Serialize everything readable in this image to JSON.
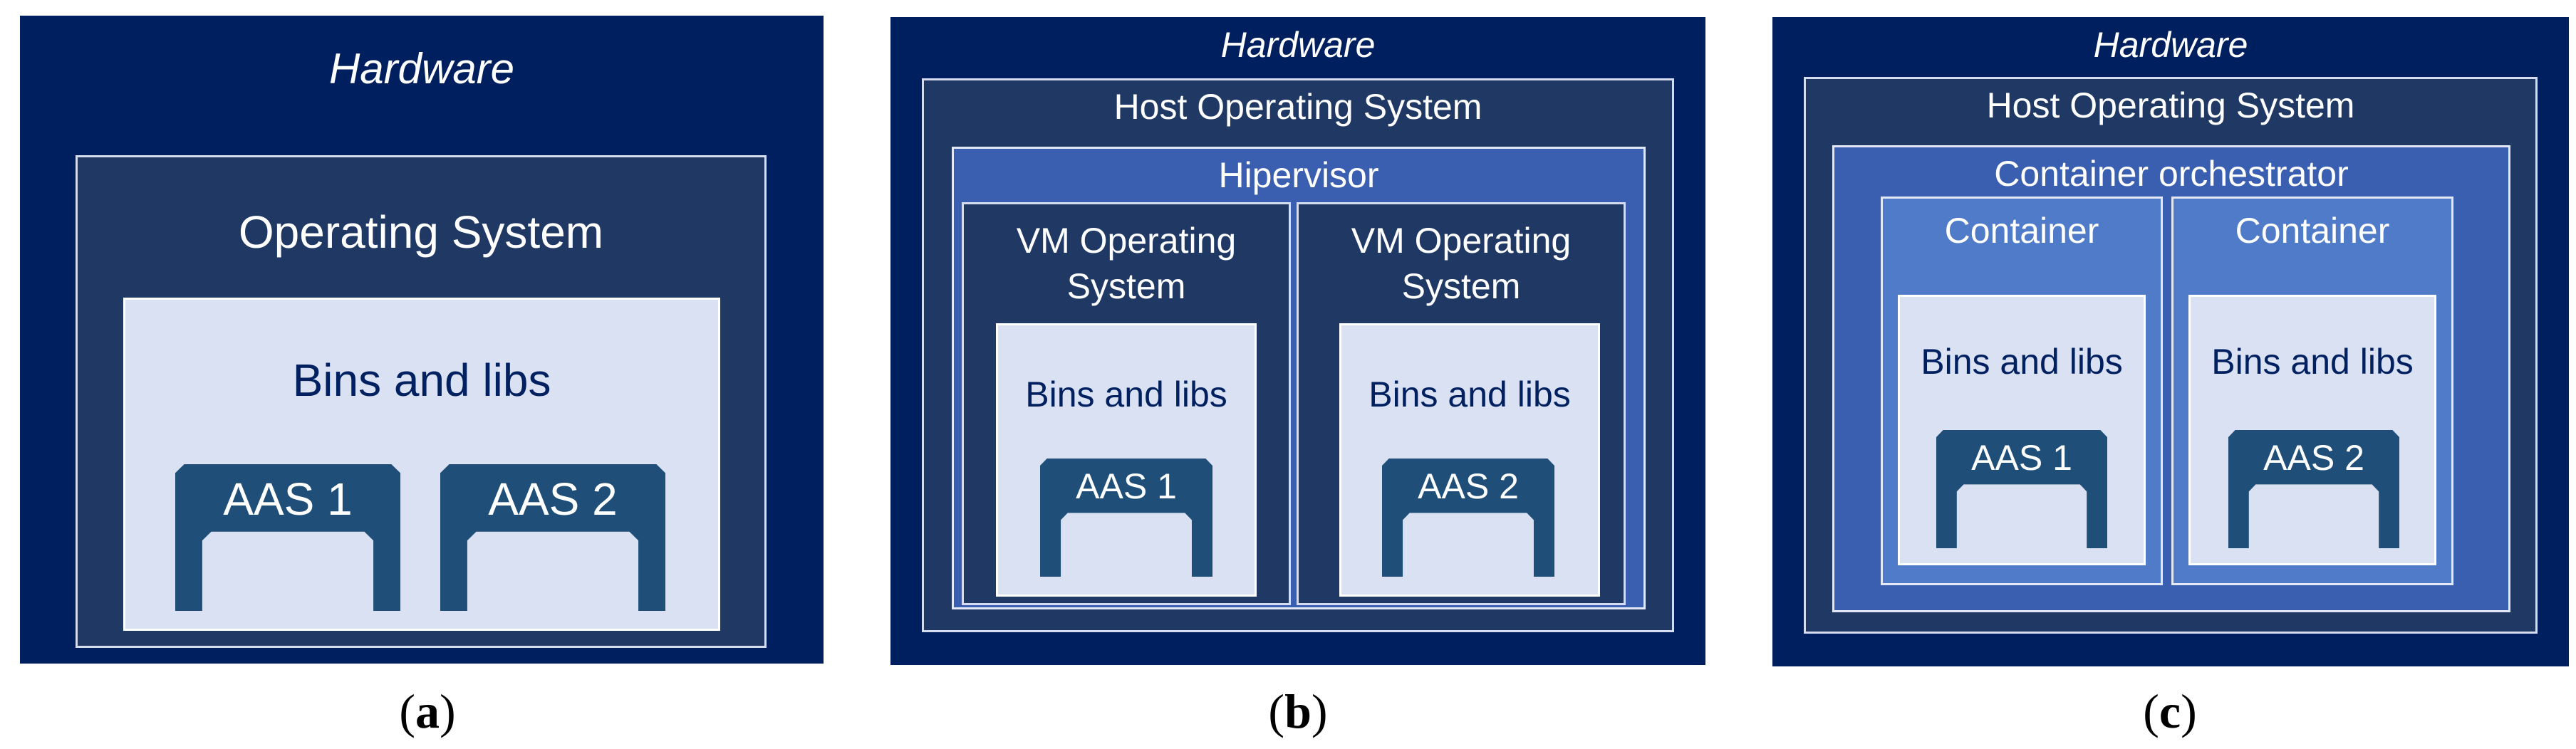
{
  "panels": {
    "a": {
      "hardware": "Hardware",
      "os": "Operating System",
      "bins": "Bins and libs",
      "aas1": "AAS 1",
      "aas2": "AAS 2",
      "caption_open": "(",
      "caption_letter": "a",
      "caption_close": ")"
    },
    "b": {
      "hardware": "Hardware",
      "host_os": "Host Operating System",
      "hypervisor": "Hipervisor",
      "vm1_line1": "VM Operating",
      "vm1_line2": "System",
      "vm2_line1": "VM Operating",
      "vm2_line2": "System",
      "bins1": "Bins and libs",
      "bins2": "Bins and libs",
      "aas1": "AAS 1",
      "aas2": "AAS 2",
      "caption_open": "(",
      "caption_letter": "b",
      "caption_close": ")"
    },
    "c": {
      "hardware": "Hardware",
      "host_os": "Host Operating System",
      "orchestrator": "Container orchestrator",
      "container1": "Container",
      "container2": "Container",
      "bins1": "Bins and libs",
      "bins2": "Bins and libs",
      "aas1": "AAS 1",
      "aas2": "AAS 2",
      "caption_open": "(",
      "caption_letter": "c",
      "caption_close": ")"
    }
  },
  "colors": {
    "hardware": "#001f5f",
    "operating_system": "#1f3864",
    "hypervisor": "#3a5fb0",
    "container": "#4f7bc9",
    "bins_and_libs": "#d9e1f3",
    "aas_shape": "#1f4e79",
    "bins_text": "#002060"
  },
  "icons": {
    "aas": "aas-application-icon"
  }
}
